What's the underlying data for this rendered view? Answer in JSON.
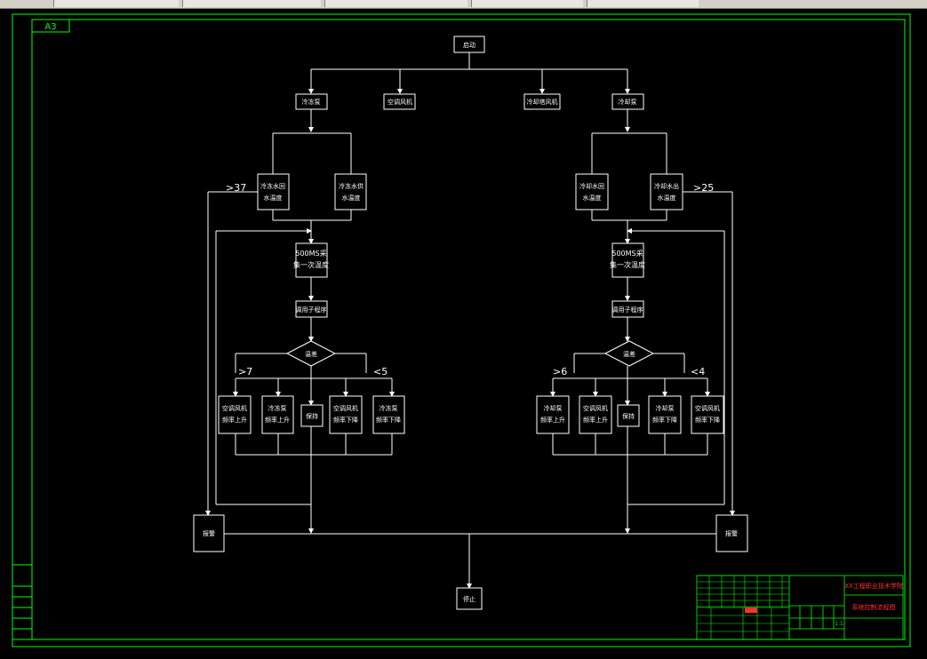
{
  "sheet": {
    "sheet_label": "A3"
  },
  "flow": {
    "start": "启动",
    "cooling_pump": "冷冻泵",
    "ahu_fan": "空调风机",
    "cooling_tower_fan": "冷却塔风机",
    "chilled_pump": "冷却泵",
    "left_probe_a": "冷冻水回\n水温度",
    "left_probe_b": "冷冻水供\n水温度",
    "right_probe_a": "冷却水回\n水温度",
    "right_probe_b": "冷却水出\n水温度",
    "left_threshold": ">37",
    "right_threshold": ">25",
    "left_sample": "500MS采\n集一次温度",
    "right_sample": "500MS采\n集一次温度",
    "left_calc": "调用子程序",
    "right_calc": "调用子程序",
    "left_decision": "温差",
    "right_decision": "温差",
    "left_gt": ">7",
    "left_lt": "<5",
    "right_gt": ">6",
    "right_lt": "<4",
    "left_out1": "空调风机\n频率上升",
    "left_out2": "冷冻泵\n频率上升",
    "left_keep": "保持",
    "left_out3": "空调风机\n频率下降",
    "left_out4": "冷冻泵\n频率下降",
    "right_out1": "冷却泵\n频率上升",
    "right_out2": "空调风机\n频率上升",
    "right_keep": "保持",
    "right_out3": "冷却泵\n频率下降",
    "right_out4": "空调风机\n频率下降",
    "left_alarm": "报警",
    "right_alarm": "报警",
    "stop": "停止"
  },
  "title_block": {
    "school": "XX工程职业技术学院",
    "drawing_name": "系统控制流程图",
    "scale": "1:1"
  },
  "colors": {
    "frame": "#00ff00",
    "lines": "#ffffff",
    "title_text": "#ff3030"
  }
}
